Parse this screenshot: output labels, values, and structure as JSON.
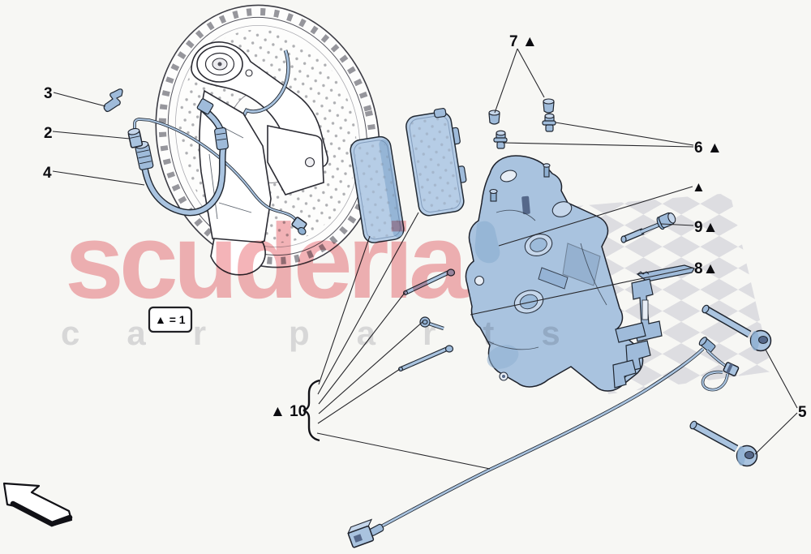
{
  "diagram_title_hint": "brake caliper and disc exploded parts diagram",
  "watermark": {
    "brand": "scuderia",
    "word1": "car",
    "word2": "parts",
    "brand_color": "#f4b4b8",
    "words_color": "#dedee1"
  },
  "legend": {
    "label": "▲ = 1"
  },
  "labels": {
    "item3": "3",
    "item2": "2",
    "item4": "4",
    "item7": "7 ▲",
    "item6": "6 ▲",
    "item1_triangle": "▲",
    "item9": "9▲",
    "item8": "8▲",
    "item5": "5",
    "item10": "▲ 10"
  },
  "colors": {
    "background": "#f7f7f4",
    "part_blue": "#a9c3df",
    "part_blue_light": "#c6d7eb",
    "part_blue_dark": "#8fb0d2",
    "outline_ink": "#1e222c",
    "checker_gray": "#c9c9d3"
  }
}
